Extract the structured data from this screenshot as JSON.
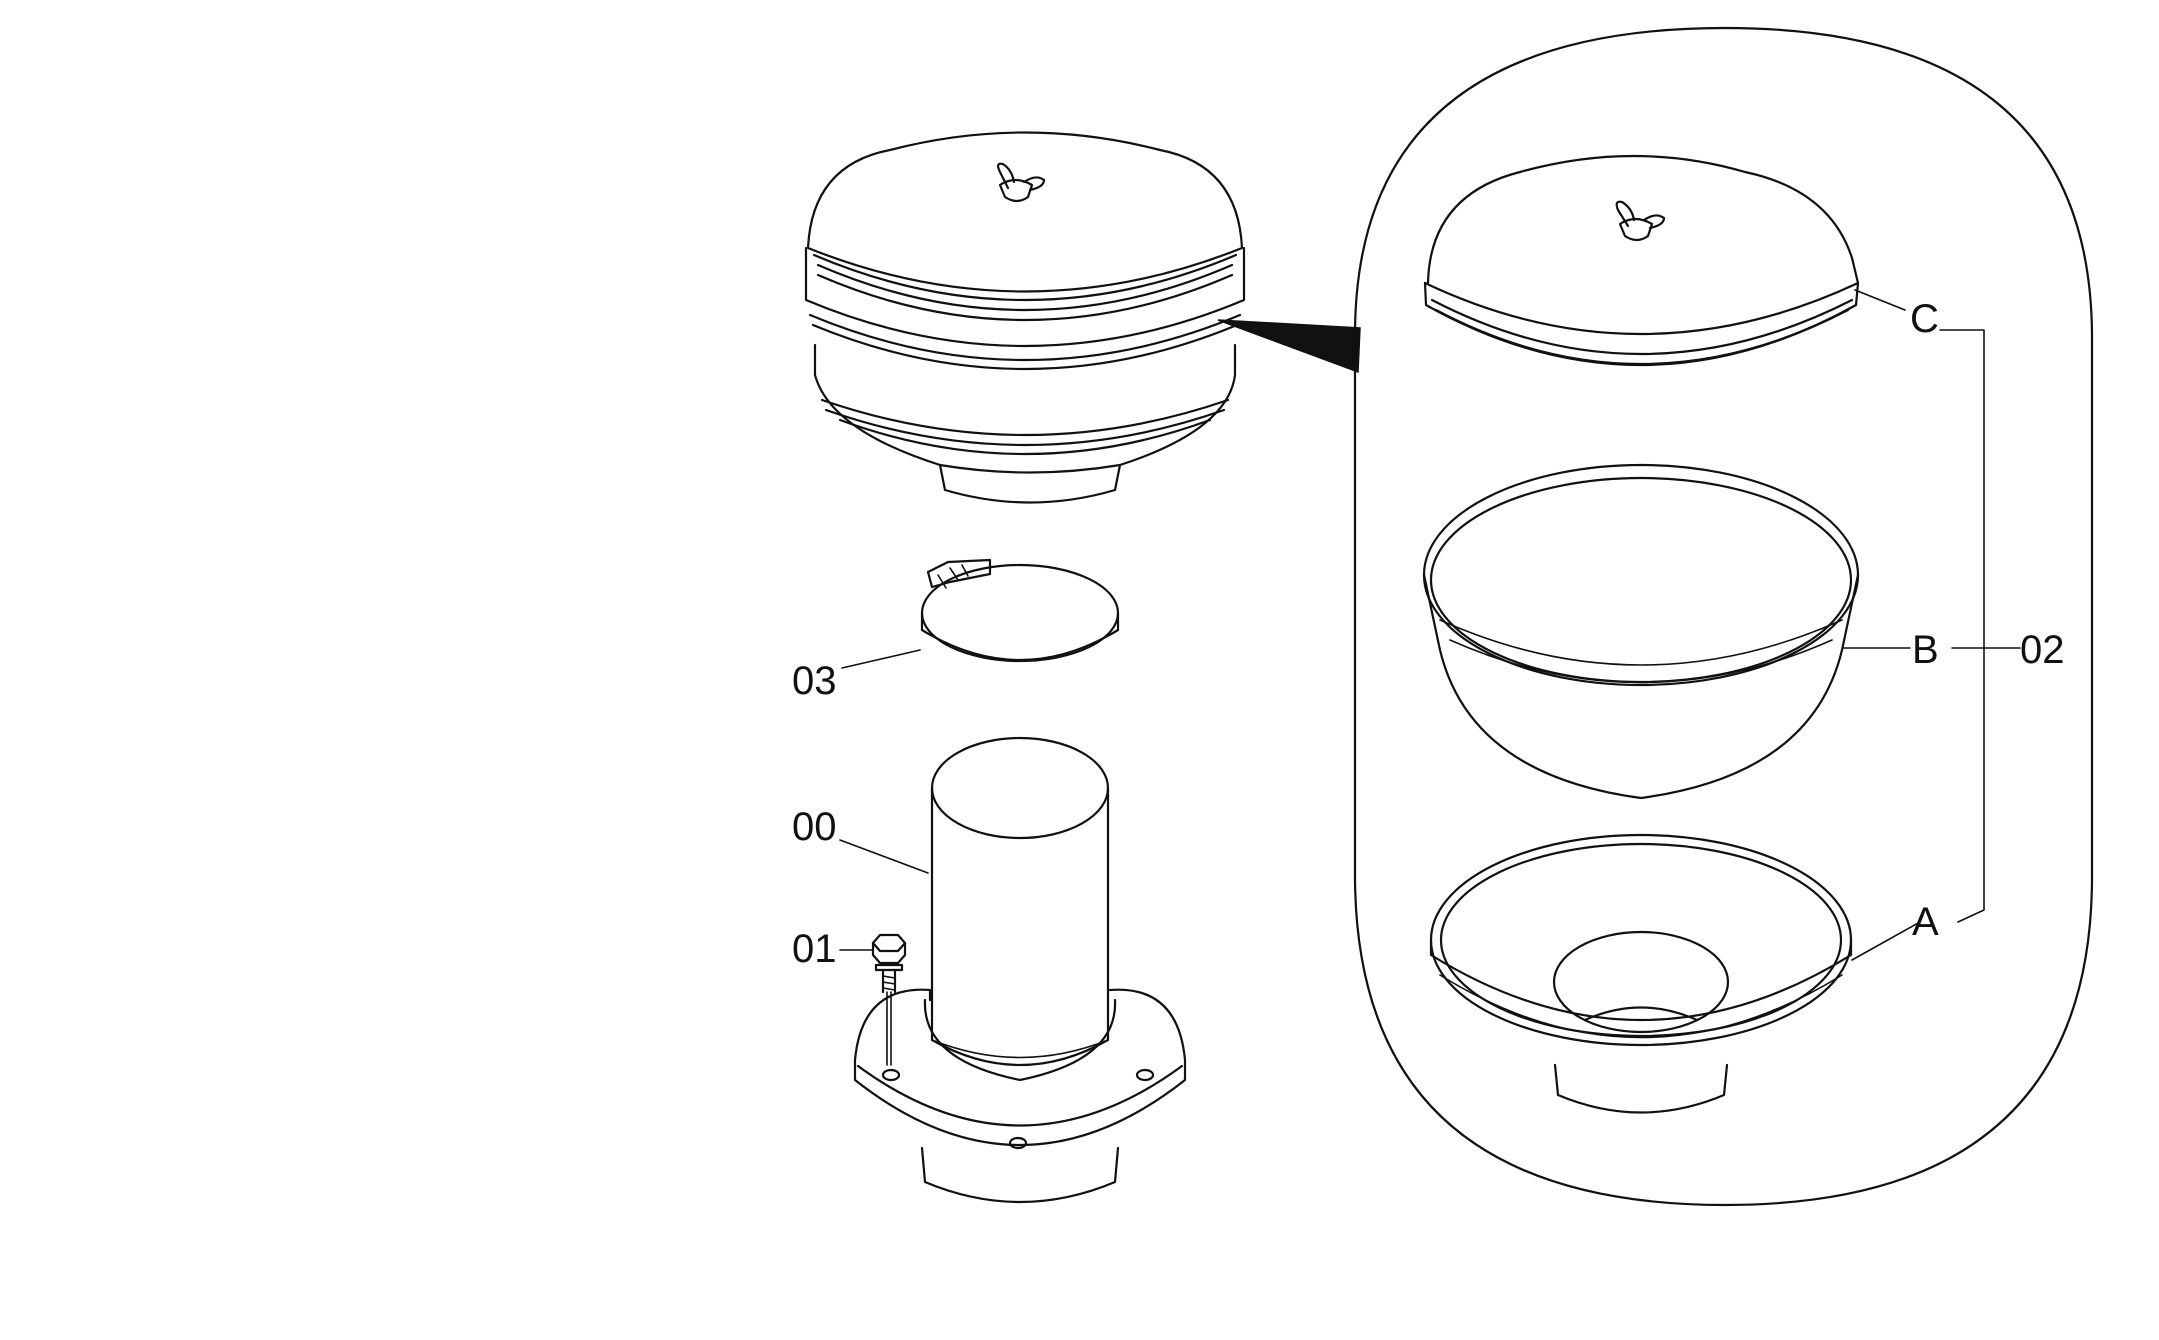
{
  "labels": {
    "part_00": "00",
    "part_01": "01",
    "part_02": "02",
    "part_03": "03",
    "sub_a": "A",
    "sub_b": "B",
    "sub_c": "C"
  },
  "colors": {
    "ink": "#111111",
    "background": "#ffffff"
  }
}
